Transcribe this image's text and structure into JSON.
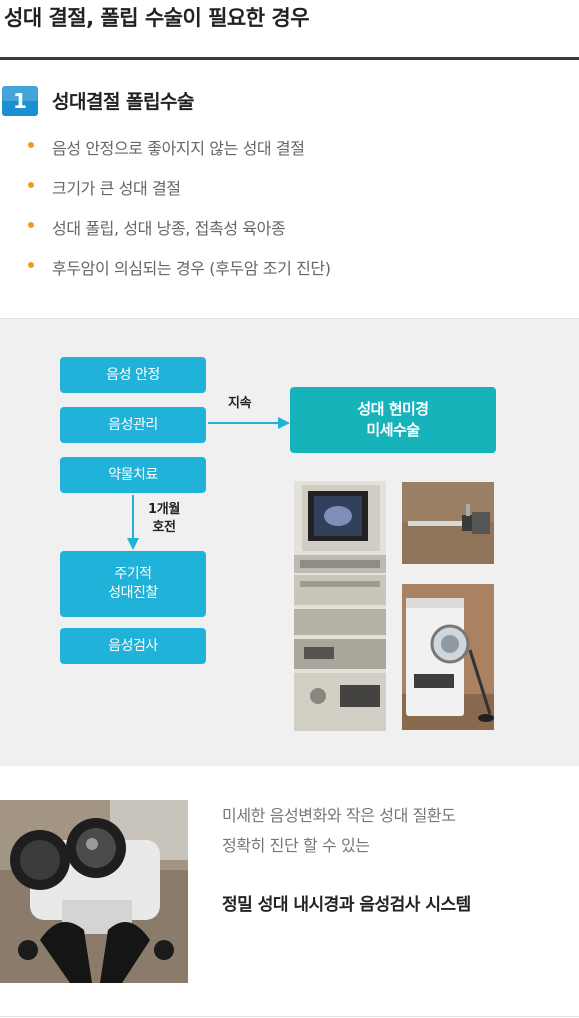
{
  "page": {
    "title": "성대 결절, 폴립 수술이 필요한 경우"
  },
  "section": {
    "number": "1",
    "title": "성대결절 폴립수술",
    "bullets": [
      "음성 안정으로 좋아지지 않는 성대 결절",
      "크기가 큰 성대 결절",
      "성대 폴립, 성대 낭종, 접촉성 육아종",
      "후두암이 의심되는 경우 (후두암 조기 진단)"
    ],
    "bullet_color": "#f39a1e",
    "accent_color": "#1a90d2"
  },
  "flow": {
    "steps": [
      "음성 안정",
      "음성관리",
      "약물치료",
      "주기적\n성대진찰",
      "음성검사"
    ],
    "ongoing_label": "지속",
    "interval_label": "1개월\n호전",
    "surgery_label": "성대 현미경\n미세수술",
    "step_color": "#20b2d8",
    "surgery_color": "#16b3bb"
  },
  "bottom": {
    "desc_line_1": "미세한 음성변화와 작은 성대 질환도",
    "desc_line_2": "정확히 진단 할 수 있는",
    "system_title": "정밀 성대 내시경과 음성검사 시스템"
  }
}
